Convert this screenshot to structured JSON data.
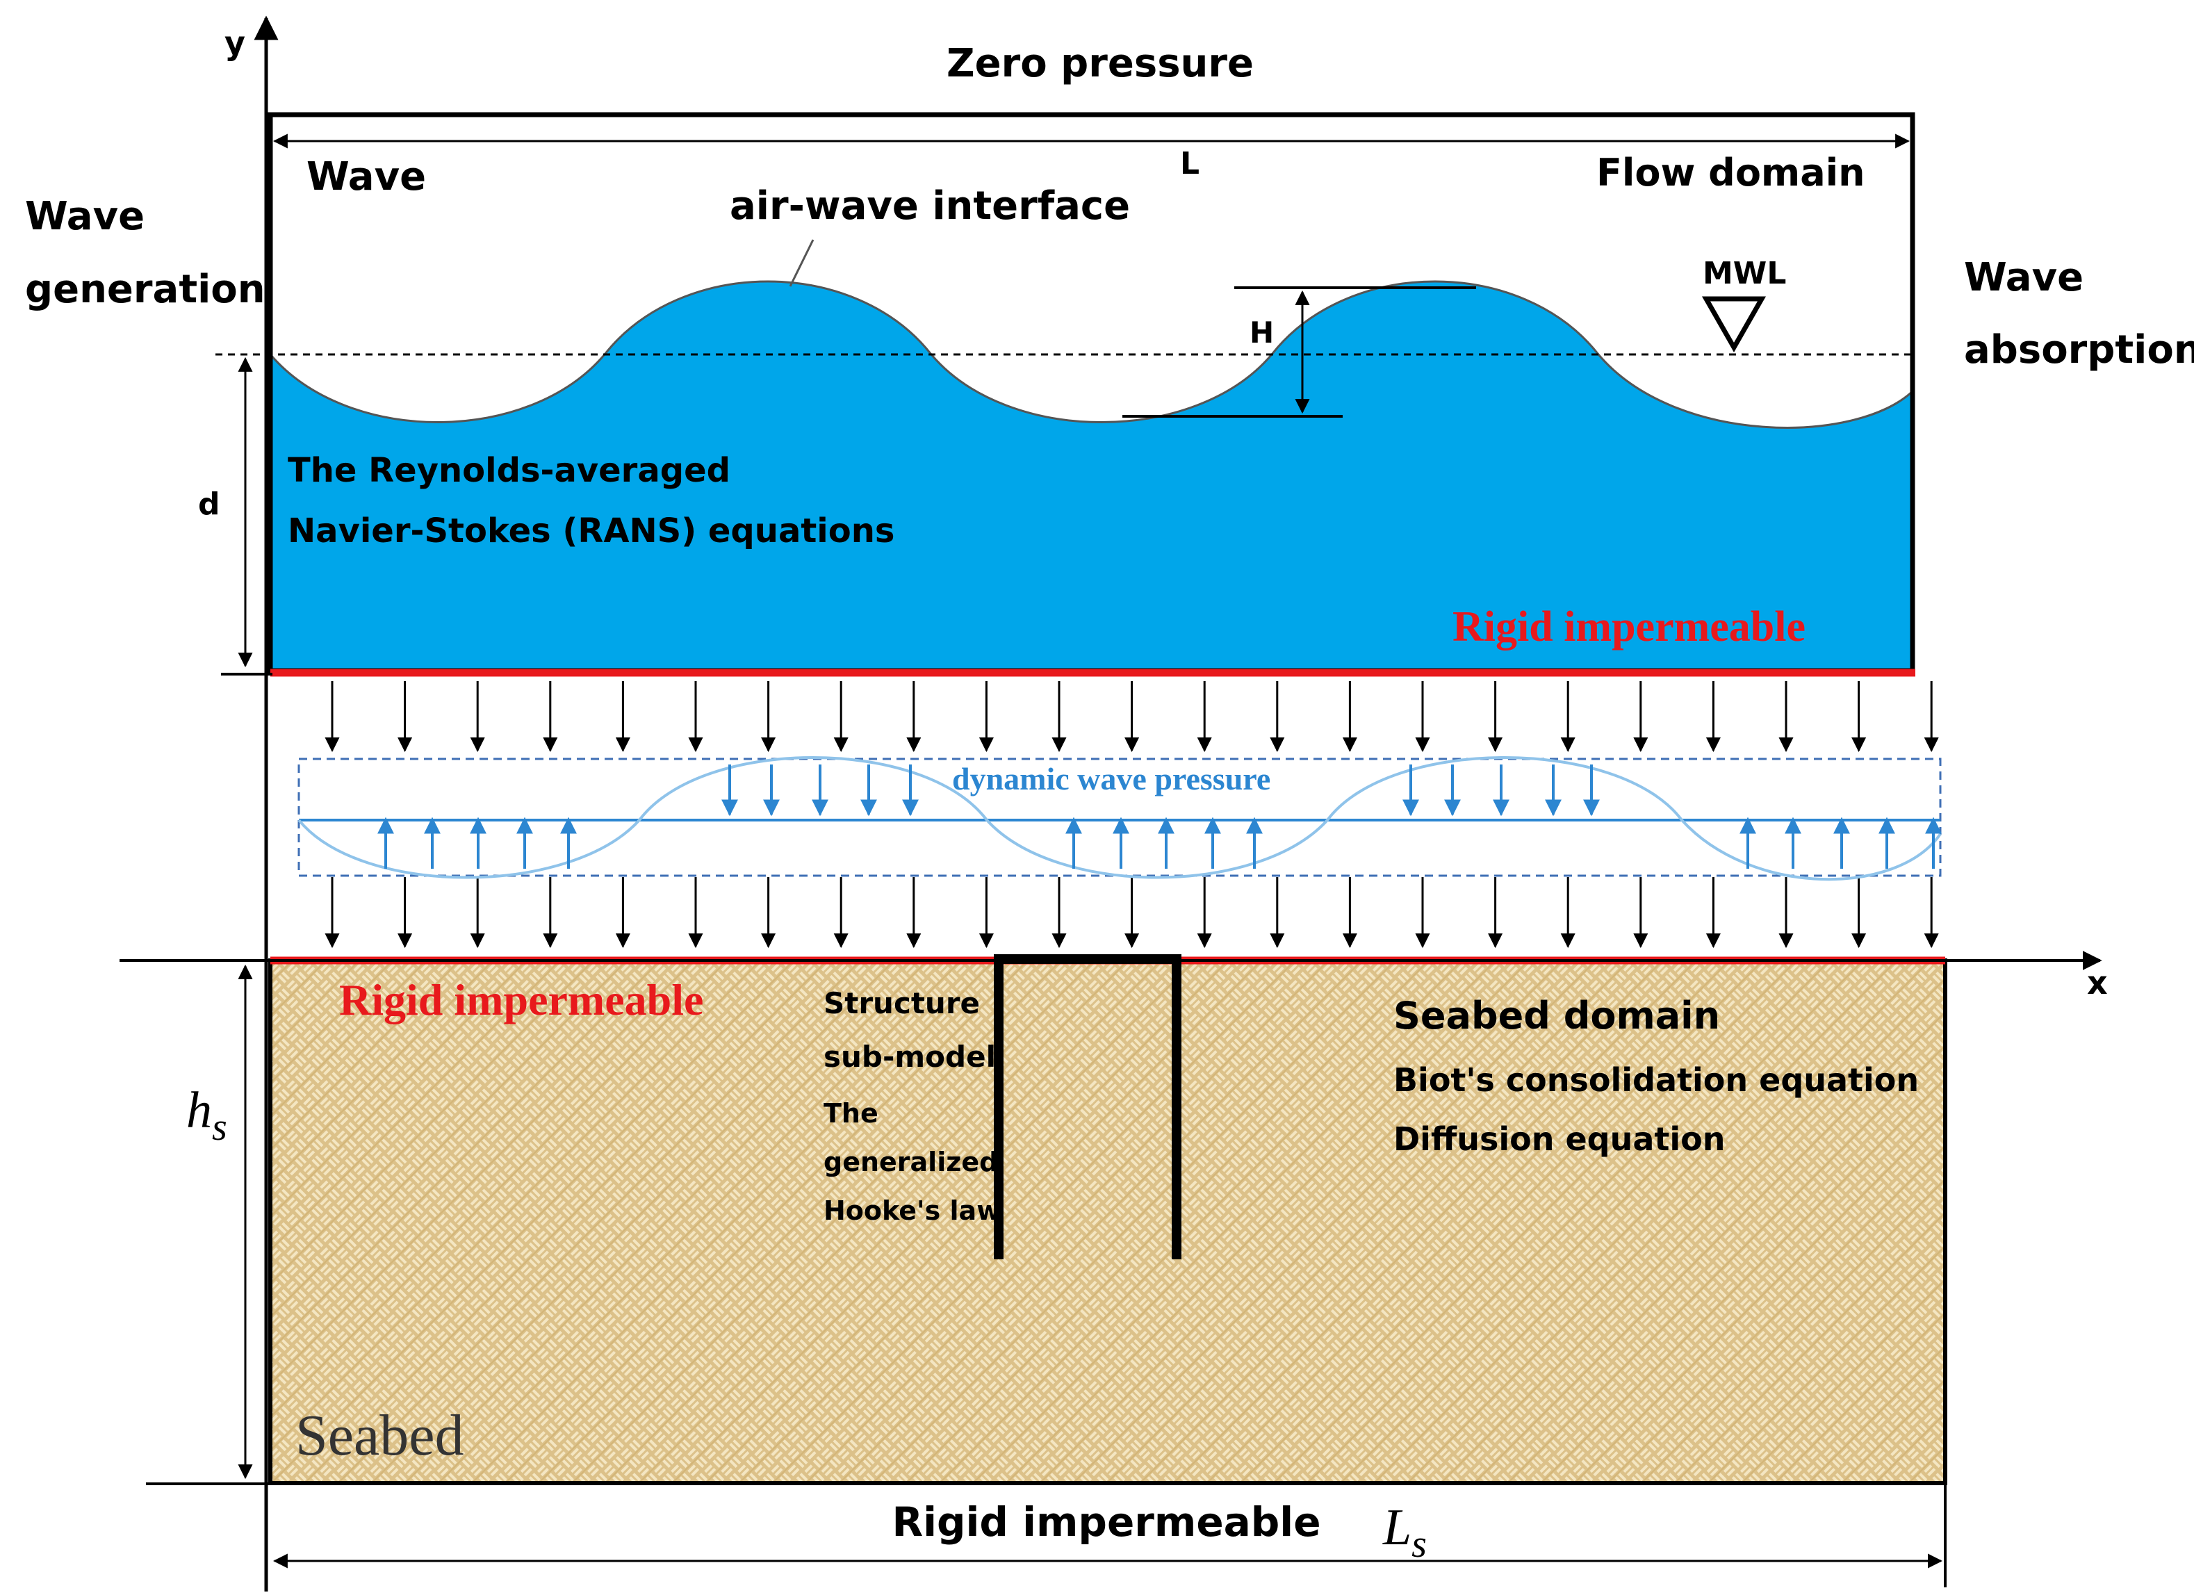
{
  "labels": {
    "y_axis": "y",
    "x_axis": "x",
    "top_boundary": "Zero pressure",
    "length": "L",
    "wave": "Wave",
    "flow_domain": "Flow domain",
    "wave_generation_1": "Wave",
    "wave_generation_2": "generation",
    "wave_absorption_1": "Wave",
    "wave_absorption_2": "absorption",
    "interface": "air-wave interface",
    "mwl": "MWL",
    "wave_height": "H",
    "depth": "d",
    "rans_1": "The Reynolds-averaged",
    "rans_2": "Navier-Stokes (RANS) equations",
    "rigid_flow_bottom": "Rigid impermeable",
    "dynamic_pressure": "dynamic  wave  pressure",
    "rigid_seabed_top": "Rigid impermeable",
    "structure_1": "Structure",
    "structure_2": "sub-model",
    "hooke_1": "The",
    "hooke_2": "generalized",
    "hooke_3": "Hooke's law",
    "seabed_domain": "Seabed domain",
    "biot": "Biot's consolidation equation",
    "diffusion": "Diffusion equation",
    "seabed": "Seabed",
    "bottom_boundary": "Rigid impermeable",
    "seabed_height_main": "h",
    "seabed_height_sub": "s",
    "seabed_length_main": "L",
    "seabed_length_sub": "s"
  },
  "colors": {
    "water": "#00a6ea",
    "seabed_base": "#dcc189",
    "seabed_weave": "#f4e6c2",
    "seabed_dark": "#b8994f",
    "rigid_red": "#e8191c",
    "pressure_blue": "#2c86d1",
    "pressure_wave": "#8fc3ea",
    "dash_box": "#3f6fb5",
    "line": "#000000"
  }
}
